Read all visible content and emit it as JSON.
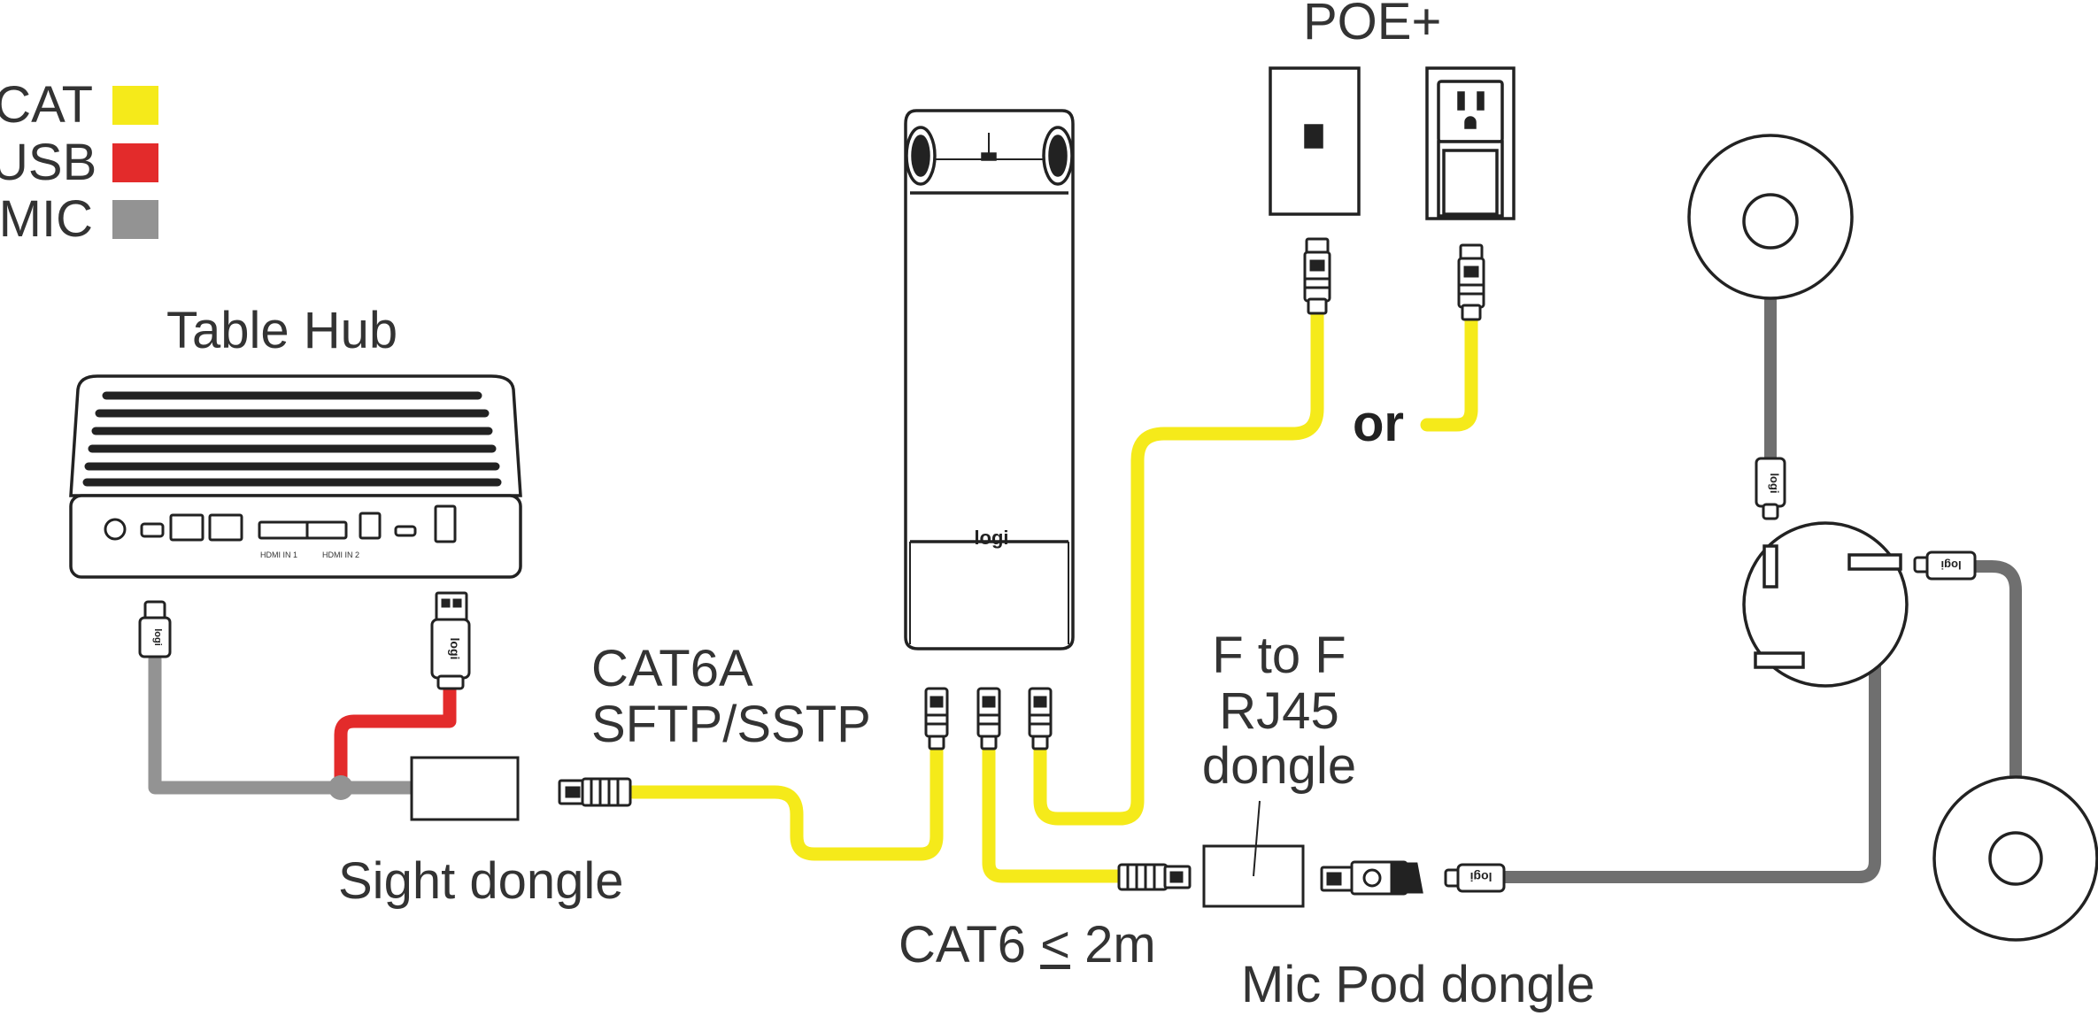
{
  "legend": [
    {
      "label": "CAT",
      "color": "#f5ea1a"
    },
    {
      "label": "USB",
      "color": "#e32b2b"
    },
    {
      "label": "MIC",
      "color": "#939393"
    }
  ],
  "labels": {
    "table_hub": "Table Hub",
    "poe": "POE+",
    "or": "or",
    "cat6a_line1": "CAT6A",
    "cat6a_line2": "SFTP/SSTP",
    "sight_dongle": "Sight dongle",
    "cat6_prefix": "CAT6 ",
    "cat6_symbol": "<",
    "cat6_suffix": " 2m",
    "ftof_line1": "F to F",
    "ftof_line2": "RJ45",
    "ftof_line3": "dongle",
    "mic_pod_dongle": "Mic Pod dongle"
  },
  "device": {
    "logo": "logi",
    "hub_port_labels": [
      "HDMI IN 1",
      "HDMI IN 2"
    ]
  },
  "colors": {
    "cat_cable": "#f5ea1a",
    "usb_cable": "#e32b2b",
    "mic_cable": "#939393",
    "outline": "#222222"
  }
}
